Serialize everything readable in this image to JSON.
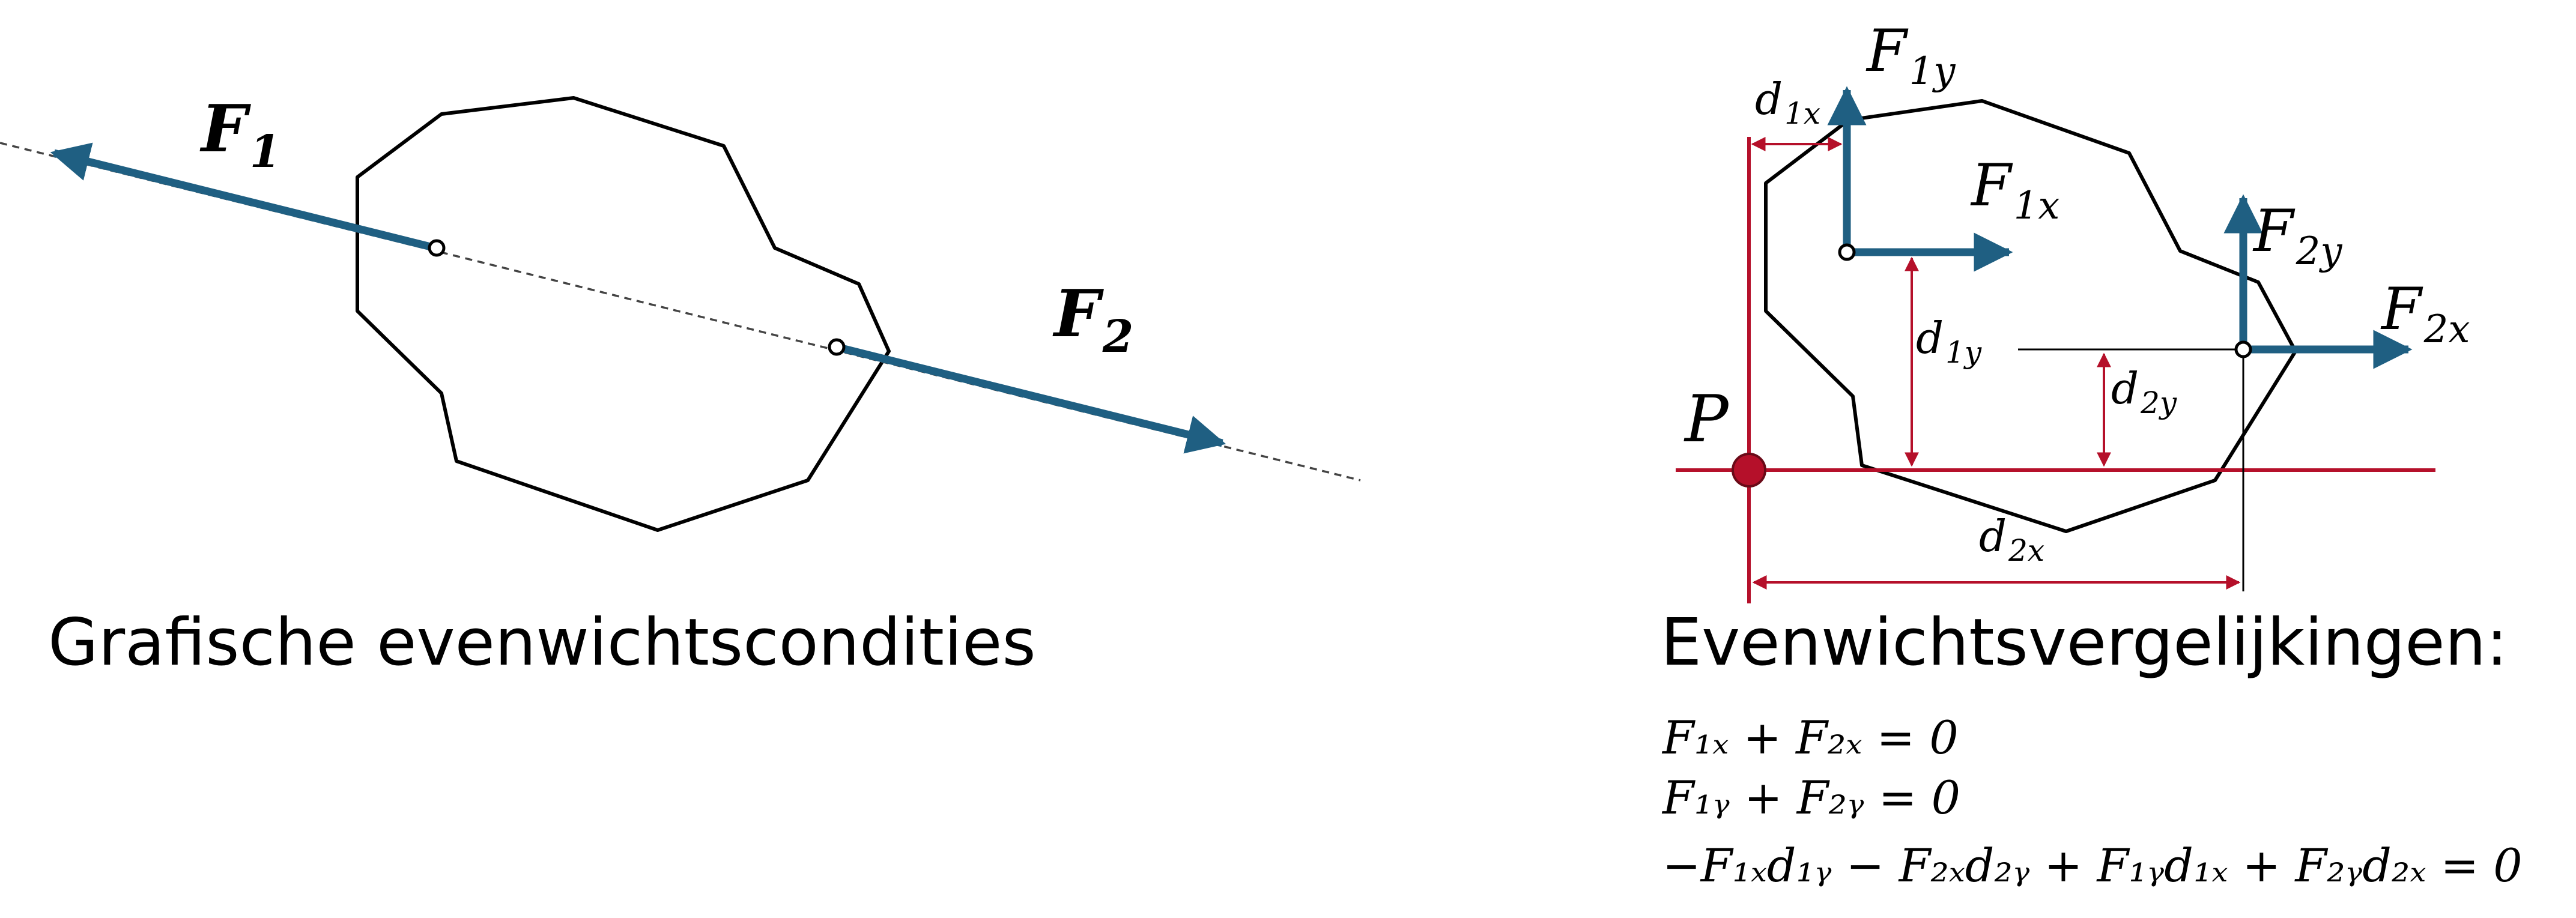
{
  "left": {
    "caption": "Grafische evenwichtscondities",
    "labels": {
      "f1_main": "F",
      "f1_sub": "1",
      "f2_main": "F",
      "f2_sub": "2"
    }
  },
  "right": {
    "caption": "Evenwichtsvergelijkingen:",
    "point_label": "P",
    "labels": {
      "F": "F",
      "d": "d",
      "sub_1y": "1y",
      "sub_1x": "1x",
      "sub_2y": "2y",
      "sub_2x": "2x"
    },
    "equations": [
      "F₁ₓ + F₂ₓ = 0",
      "F₁ᵧ + F₂ᵧ = 0",
      "−F₁ₓd₁ᵧ − F₂ₓd₂ᵧ + F₁ᵧd₁ₓ + F₂ᵧd₂ₓ = 0"
    ]
  },
  "colors": {
    "force": "#1f5f82",
    "reference": "#b5102a",
    "outline": "#000000",
    "dashed": "#444444"
  }
}
